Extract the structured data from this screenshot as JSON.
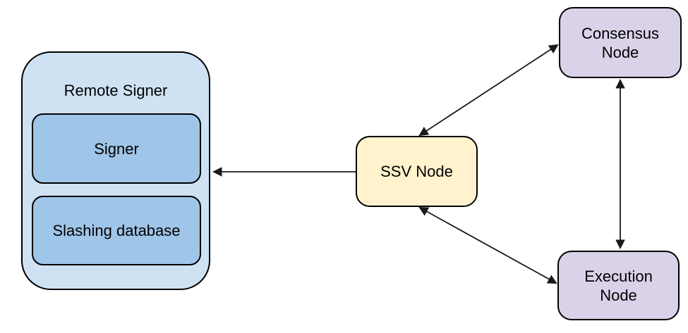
{
  "colors": {
    "background": "#ffffff",
    "line": "#1a1a1a",
    "node_border": "#000000",
    "text": "#000000"
  },
  "nodes": {
    "remote_signer": {
      "label": "Remote Signer",
      "fill": "#cfe2f3"
    },
    "signer": {
      "label": "Signer",
      "fill": "#9fc5e8"
    },
    "slashing_database": {
      "label": "Slashing database",
      "fill": "#9fc5e8"
    },
    "ssv_node": {
      "label": "SSV Node",
      "fill": "#fff2cc"
    },
    "consensus_node": {
      "label": "Consensus Node",
      "fill": "#d9d2e9"
    },
    "execution_node": {
      "label": "Execution Node",
      "fill": "#d9d2e9"
    }
  },
  "edges": [
    {
      "id": "ssv-to-remote-signer",
      "from": "SSV Node",
      "to": "Remote Signer",
      "arrows": "single"
    },
    {
      "id": "ssv-consensus",
      "from": "SSV Node",
      "to": "Consensus Node",
      "arrows": "double"
    },
    {
      "id": "ssv-execution",
      "from": "SSV Node",
      "to": "Execution Node",
      "arrows": "double"
    },
    {
      "id": "consensus-execution",
      "from": "Consensus Node",
      "to": "Execution Node",
      "arrows": "double"
    }
  ]
}
